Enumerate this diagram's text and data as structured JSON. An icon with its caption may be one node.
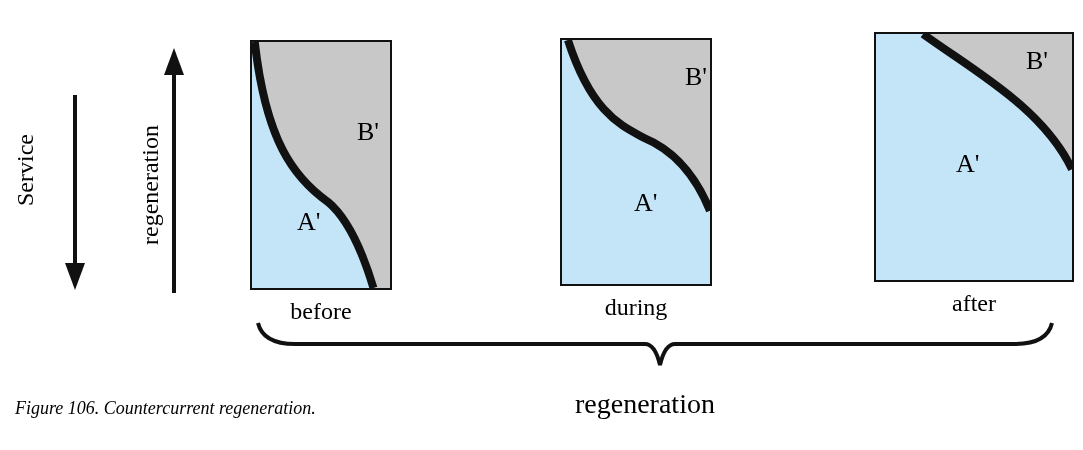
{
  "diagram": {
    "caption": "Figure 106. Countercurrent regeneration.",
    "nodes": [
      {
        "text": [
          "B'",
          "A'"
        ],
        "beside": [
          "before"
        ]
      },
      {
        "text": [
          "B'",
          "A'"
        ],
        "beside": [
          "during"
        ]
      },
      {
        "text": [
          "B'",
          "A'"
        ],
        "beside": [
          "after"
        ]
      }
    ],
    "labels": [
      "Service",
      "regeneration",
      "regeneration"
    ]
  }
}
